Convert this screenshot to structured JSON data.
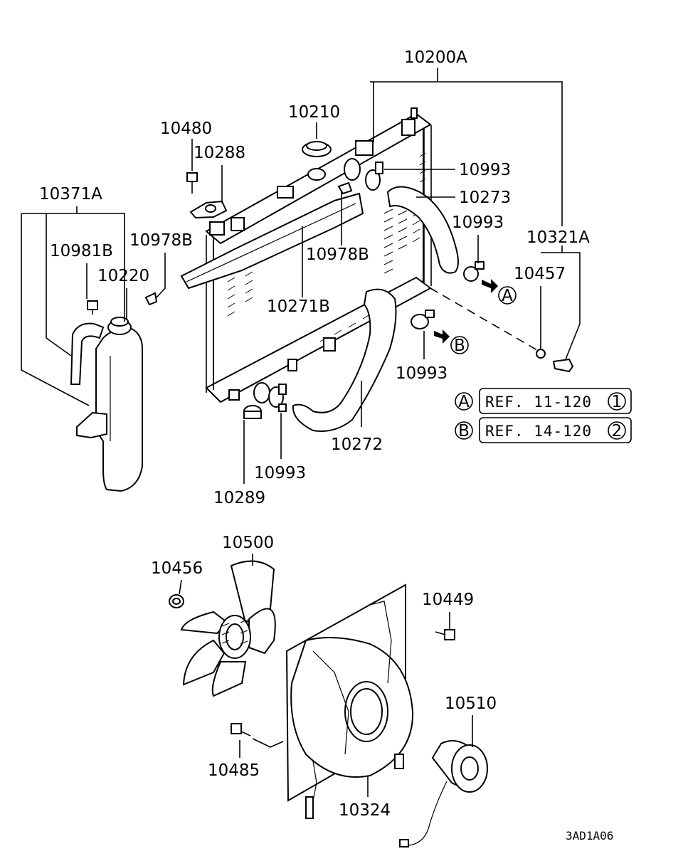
{
  "labels": {
    "p10200A": "10200A",
    "p10210": "10210",
    "p10480": "10480",
    "p10288": "10288",
    "p10993_top": "10993",
    "p10273": "10273",
    "p10371A": "10371A",
    "p10993_mid": "10993",
    "p10321A": "10321A",
    "p10981B": "10981B",
    "p10978B_left": "10978B",
    "p10978B_mid": "10978B",
    "p10220": "10220",
    "p10457": "10457",
    "p10271B": "10271B",
    "p10993_right": "10993",
    "p10272": "10272",
    "p10993_bottom": "10993",
    "p10289": "10289",
    "p10500": "10500",
    "p10456": "10456",
    "p10449": "10449",
    "p10510": "10510",
    "p10485": "10485",
    "p10324": "10324"
  },
  "markers": {
    "arrow_a": "A",
    "arrow_b": "B"
  },
  "references": [
    {
      "marker": "A",
      "text": "REF. 11-120",
      "circle": "1"
    },
    {
      "marker": "B",
      "text": "REF. 14-120",
      "circle": "2"
    }
  ],
  "diagram_code": "3AD1A06"
}
